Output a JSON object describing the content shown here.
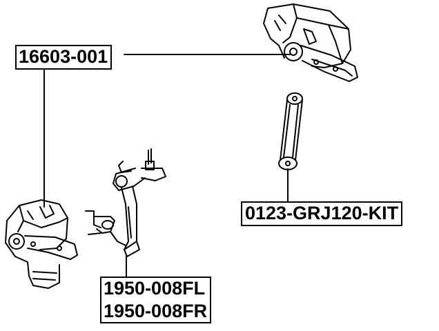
{
  "parts": {
    "sensor_part_number": "16603-001",
    "link_kit_part_number": "0123-GRJ120-KIT",
    "sensor_left_part_number": "1950-008FL",
    "sensor_right_part_number": "1950-008FR"
  },
  "colors": {
    "line": "#000000",
    "background": "#ffffff"
  }
}
